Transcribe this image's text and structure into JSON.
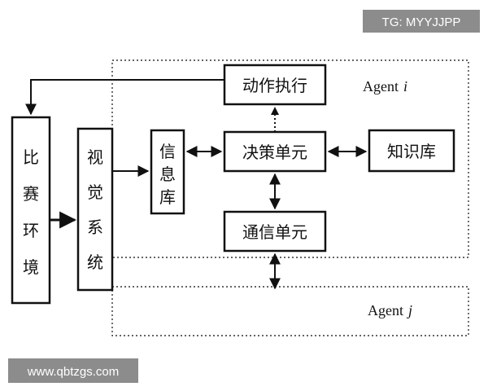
{
  "watermarks": {
    "top_right": "TG: MYYJJPP",
    "bottom_left": "www.qbtzgs.com"
  },
  "agent_i": {
    "prefix": "Agent",
    "var": "i"
  },
  "agent_j": {
    "prefix": "Agent",
    "var": "j"
  },
  "nodes": {
    "match_env": [
      "比",
      "赛",
      "环",
      "境"
    ],
    "vision": [
      "视",
      "觉",
      "系",
      "统"
    ],
    "info_db": [
      "信",
      "息",
      "库"
    ],
    "action": "动作执行",
    "decision": "决策单元",
    "knowledge": "知识库",
    "comm": "通信单元"
  }
}
